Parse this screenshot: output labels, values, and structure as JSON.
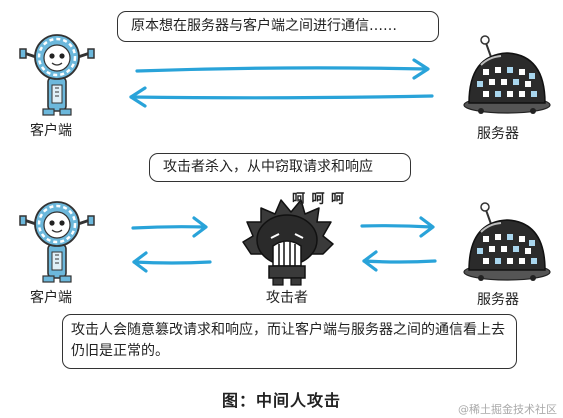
{
  "callouts": {
    "top": "原本想在服务器与客户端之间进行通信……",
    "middle": "攻击者杀入，从中窃取请求和响应",
    "bottom": "攻击人会随意篡改请求和响应，而让客户端与服务器之间的通信看上去仍旧是正常的。"
  },
  "labels": {
    "client_top": "客户端",
    "server_top": "服务器",
    "client_bottom": "客户端",
    "attacker": "攻击者",
    "server_bottom": "服务器"
  },
  "attacker_laugh": "呵 呵 呵",
  "caption": "图：中间人攻击",
  "watermark": "@稀土掘金技术社区",
  "colors": {
    "arrow": "#29a3d9",
    "robot_body": "#6cb8dc",
    "server_shell": "#2b2b2b",
    "server_base": "#555555"
  },
  "icons": [
    "client-robot-icon",
    "server-robot-icon",
    "attacker-icon",
    "arrow-icon"
  ]
}
